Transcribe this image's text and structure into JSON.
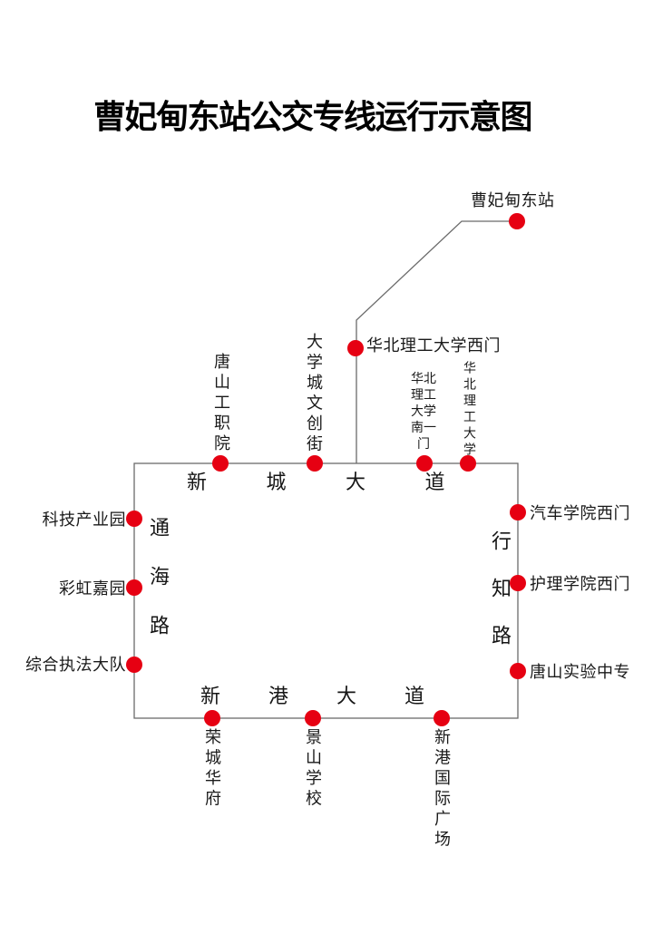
{
  "title": "曹妃甸东站公交专线运行示意图",
  "colors": {
    "bg": "#ffffff",
    "dot": "#e60012",
    "line": "#6b6b6b",
    "text": "#1a1a1a"
  },
  "roads": {
    "top": "新城大道",
    "bottom": "新港大道",
    "left": "通海路",
    "right": "行知路"
  },
  "stations": {
    "caofeidian_east": "曹妃甸东站",
    "hblg_west_gate": "华北理工大学西门",
    "tangshan_gongzhiyuan": "唐山工职院",
    "daxuecheng_wenchuang": "大学城文创街",
    "hblg_south_gate_1": "华北理工大学南一门",
    "hblg_univ": "华北理工大学",
    "qiche_xueyuan_west": "汽车学院西门",
    "huli_xueyuan_west": "护理学院西门",
    "tangshan_shiyan_zhongzhuan": "唐山实验中专",
    "xingang_guoji_guangchang": "新港国际广场",
    "jingshan_xuexiao": "景山学校",
    "rongcheng_huafu": "荣城华府",
    "zonghe_zhifa_dadui": "综合执法大队",
    "caihong_jiayuan": "彩虹嘉园",
    "keji_chanyeyuan": "科技产业园"
  }
}
